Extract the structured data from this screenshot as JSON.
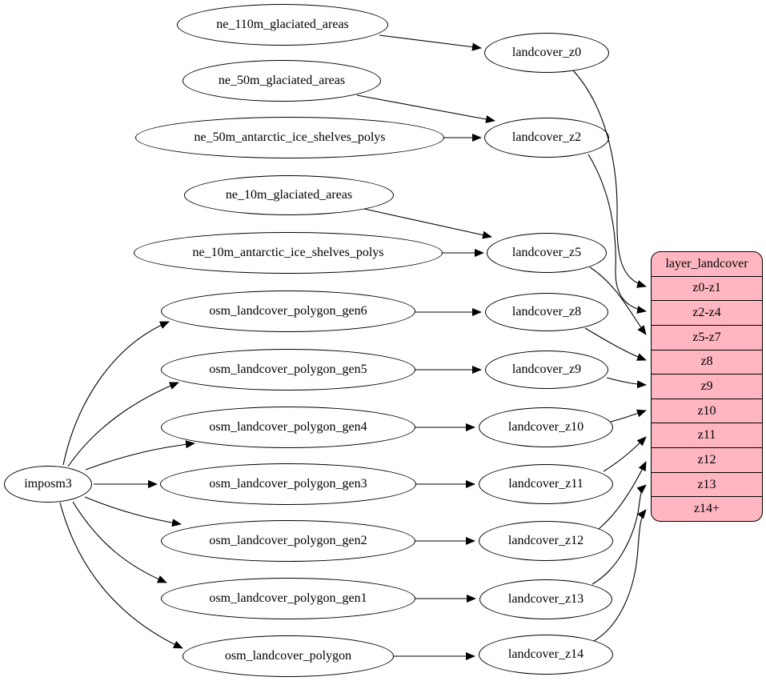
{
  "importer": {
    "label": "imposm3"
  },
  "sources": [
    {
      "label": "ne_110m_glaciated_areas"
    },
    {
      "label": "ne_50m_glaciated_areas"
    },
    {
      "label": "ne_50m_antarctic_ice_shelves_polys"
    },
    {
      "label": "ne_10m_glaciated_areas"
    },
    {
      "label": "ne_10m_antarctic_ice_shelves_polys"
    },
    {
      "label": "osm_landcover_polygon_gen6"
    },
    {
      "label": "osm_landcover_polygon_gen5"
    },
    {
      "label": "osm_landcover_polygon_gen4"
    },
    {
      "label": "osm_landcover_polygon_gen3"
    },
    {
      "label": "osm_landcover_polygon_gen2"
    },
    {
      "label": "osm_landcover_polygon_gen1"
    },
    {
      "label": "osm_landcover_polygon"
    }
  ],
  "tables": [
    {
      "label": "landcover_z0"
    },
    {
      "label": "landcover_z2"
    },
    {
      "label": "landcover_z5"
    },
    {
      "label": "landcover_z8"
    },
    {
      "label": "landcover_z9"
    },
    {
      "label": "landcover_z10"
    },
    {
      "label": "landcover_z11"
    },
    {
      "label": "landcover_z12"
    },
    {
      "label": "landcover_z13"
    },
    {
      "label": "landcover_z14"
    }
  ],
  "layer": {
    "title": "layer_landcover",
    "zoom_rows": [
      "z0-z1",
      "z2-z4",
      "z5-z7",
      "z8",
      "z9",
      "z10",
      "z11",
      "z12",
      "z13",
      "z14+"
    ]
  },
  "edges": [
    {
      "from": "ne_110m_glaciated_areas",
      "to": "landcover_z0"
    },
    {
      "from": "ne_50m_glaciated_areas",
      "to": "landcover_z2"
    },
    {
      "from": "ne_50m_antarctic_ice_shelves_polys",
      "to": "landcover_z2"
    },
    {
      "from": "ne_10m_glaciated_areas",
      "to": "landcover_z5"
    },
    {
      "from": "ne_10m_antarctic_ice_shelves_polys",
      "to": "landcover_z5"
    },
    {
      "from": "osm_landcover_polygon_gen6",
      "to": "landcover_z8"
    },
    {
      "from": "osm_landcover_polygon_gen5",
      "to": "landcover_z9"
    },
    {
      "from": "osm_landcover_polygon_gen4",
      "to": "landcover_z10"
    },
    {
      "from": "osm_landcover_polygon_gen3",
      "to": "landcover_z11"
    },
    {
      "from": "osm_landcover_polygon_gen2",
      "to": "landcover_z12"
    },
    {
      "from": "osm_landcover_polygon_gen1",
      "to": "landcover_z13"
    },
    {
      "from": "osm_landcover_polygon",
      "to": "landcover_z14"
    },
    {
      "from": "imposm3",
      "to": "osm_landcover_polygon_gen6"
    },
    {
      "from": "imposm3",
      "to": "osm_landcover_polygon_gen5"
    },
    {
      "from": "imposm3",
      "to": "osm_landcover_polygon_gen4"
    },
    {
      "from": "imposm3",
      "to": "osm_landcover_polygon_gen3"
    },
    {
      "from": "imposm3",
      "to": "osm_landcover_polygon_gen2"
    },
    {
      "from": "imposm3",
      "to": "osm_landcover_polygon_gen1"
    },
    {
      "from": "imposm3",
      "to": "osm_landcover_polygon"
    },
    {
      "from": "landcover_z0",
      "to": "z0-z1"
    },
    {
      "from": "landcover_z2",
      "to": "z2-z4"
    },
    {
      "from": "landcover_z5",
      "to": "z5-z7"
    },
    {
      "from": "landcover_z8",
      "to": "z8"
    },
    {
      "from": "landcover_z9",
      "to": "z9"
    },
    {
      "from": "landcover_z10",
      "to": "z10"
    },
    {
      "from": "landcover_z11",
      "to": "z11"
    },
    {
      "from": "landcover_z12",
      "to": "z12"
    },
    {
      "from": "landcover_z13",
      "to": "z13"
    },
    {
      "from": "landcover_z14",
      "to": "z14+"
    }
  ],
  "colors": {
    "layer_fill": "#ffb6c1",
    "node_fill": "#ffffff",
    "stroke": "#000000",
    "edge": "#000000",
    "background": "#ffffff"
  }
}
